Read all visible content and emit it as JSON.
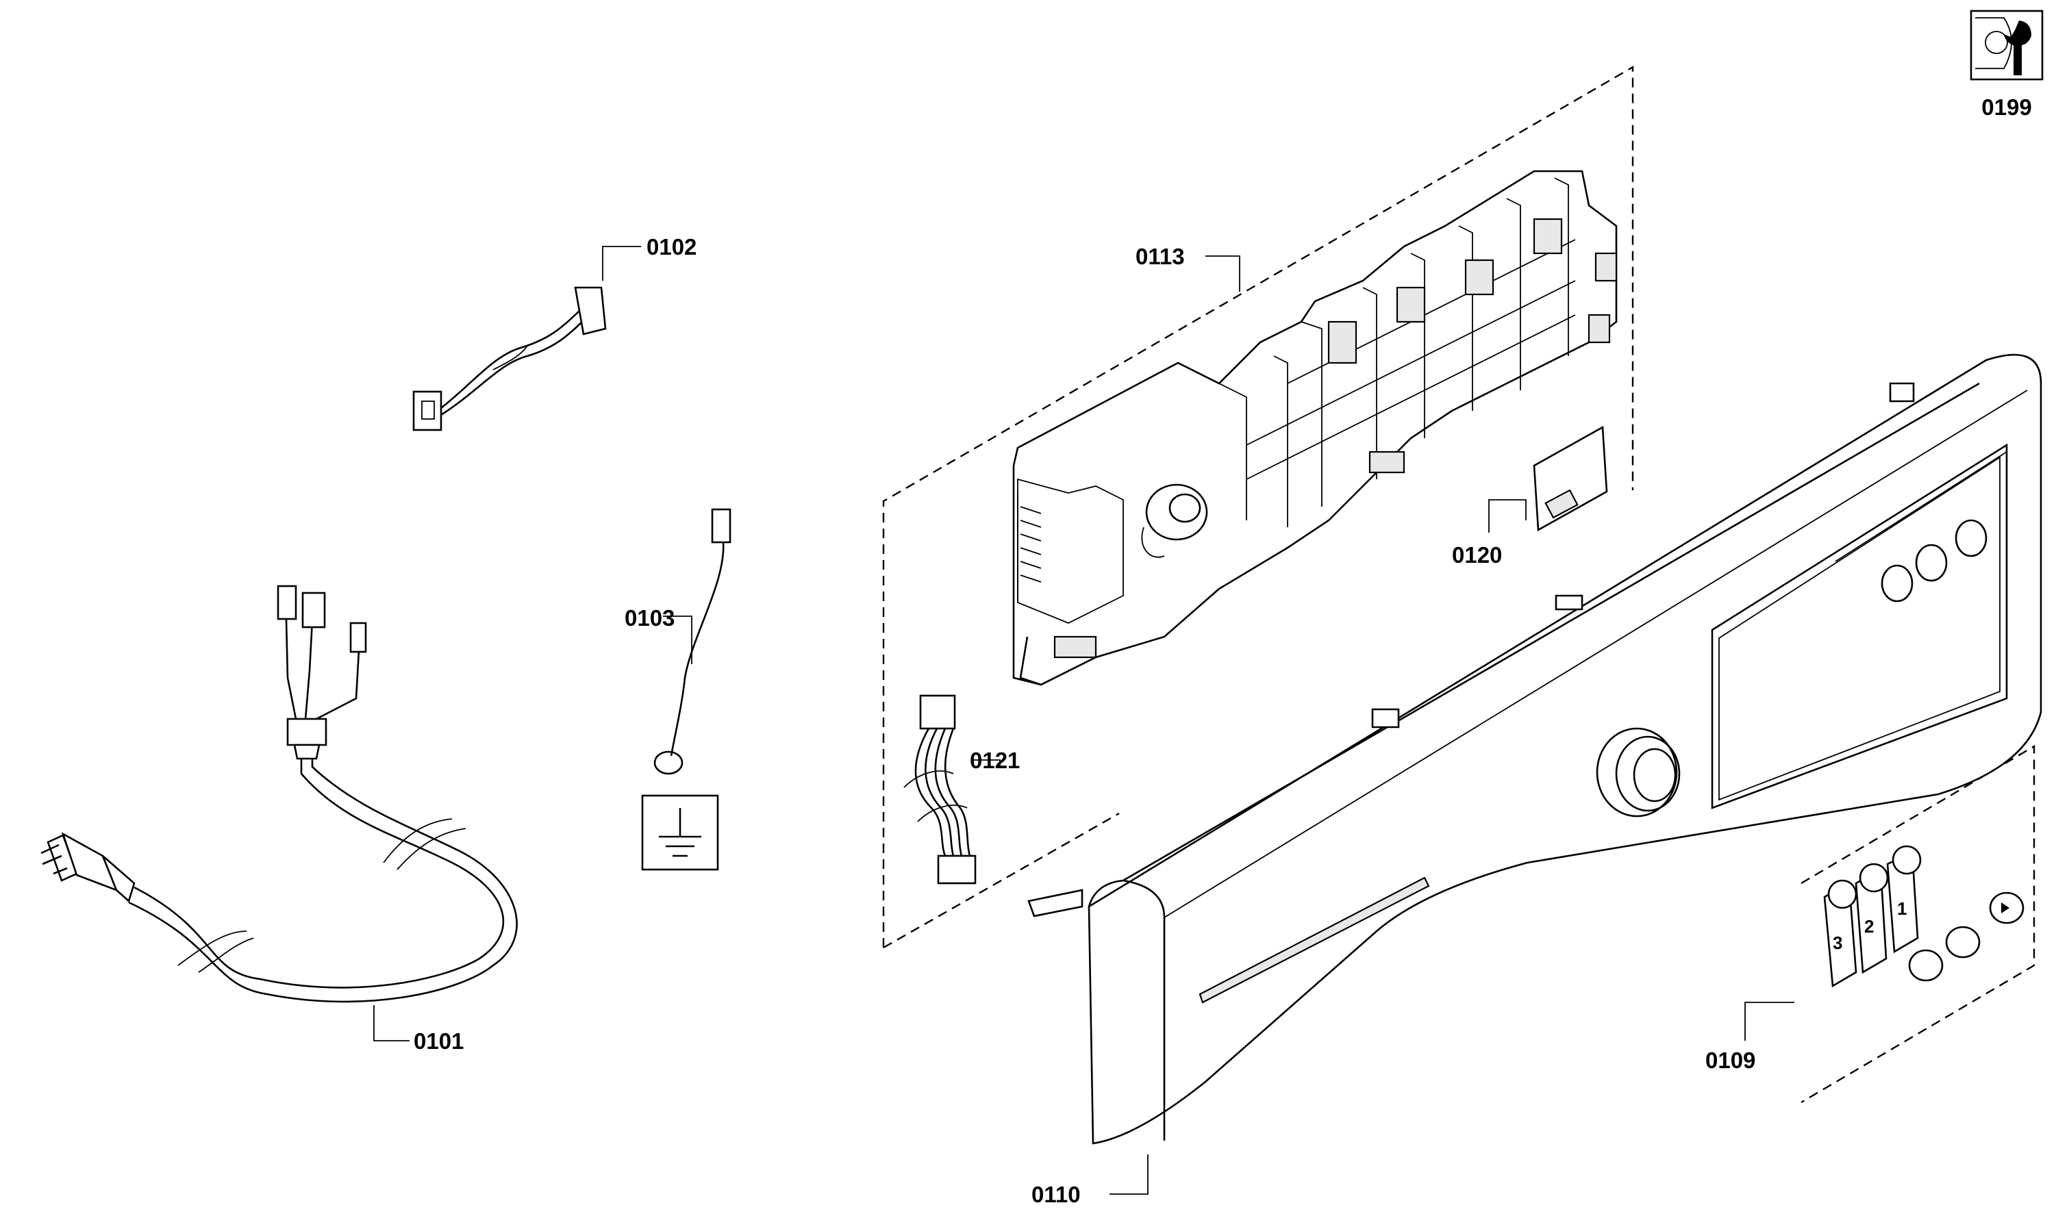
{
  "parts": {
    "p0101": "0101",
    "p0102": "0102",
    "p0103": "0103",
    "p0109": "0109",
    "p0110": "0110",
    "p0113": "0113",
    "p0120": "0120",
    "p0121": "0121",
    "p0199": "0199"
  },
  "knob_labels": {
    "b1": "1",
    "b2": "2",
    "b3": "3"
  },
  "icons": {
    "service_kit": "wrench-icon",
    "ground": "ground-symbol-icon"
  }
}
